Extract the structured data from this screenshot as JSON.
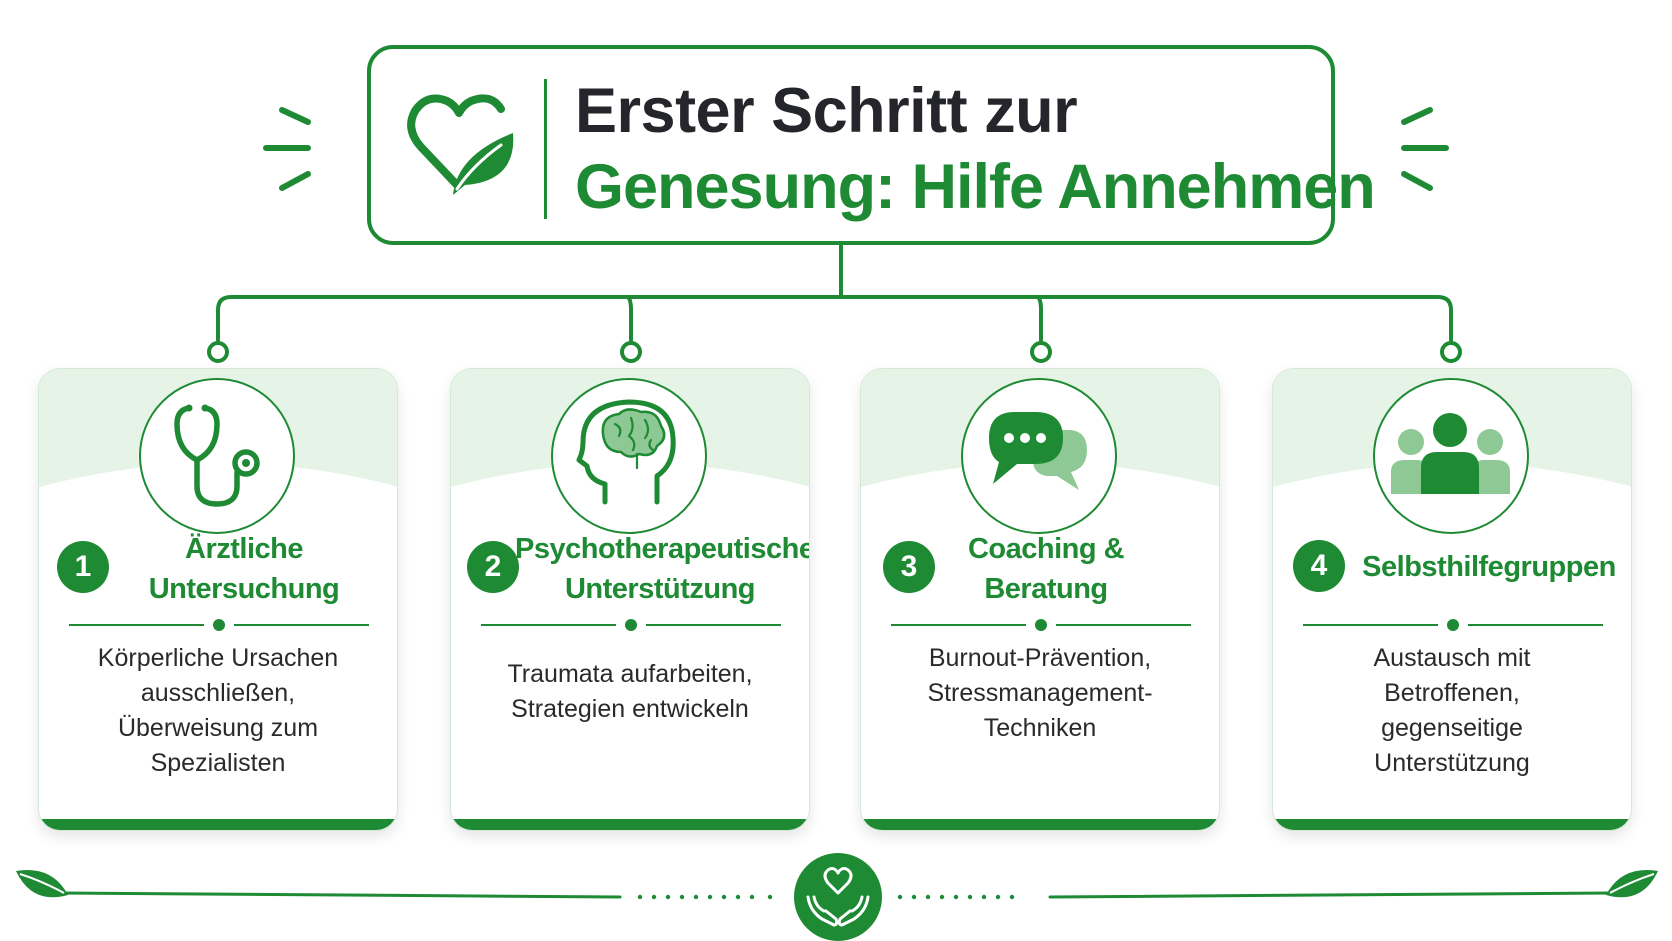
{
  "colors": {
    "accent": "#1e8a33",
    "light": "#e6f3e7",
    "text": "#24262b"
  },
  "title": {
    "line1": "Erster Schritt zur",
    "line2": "Genesung: Hilfe Annehmen",
    "icon": "heart-leaf-icon"
  },
  "cards": [
    {
      "number": "1",
      "title": [
        "Ärztliche",
        "Untersuchung"
      ],
      "text": [
        "Körperliche Ursachen",
        "ausschließen,",
        "Überweisung zum",
        "Spezialisten"
      ],
      "icon": "stethoscope-icon"
    },
    {
      "number": "2",
      "title": [
        "Psychotherapeutische",
        "Unterstützung"
      ],
      "text": [
        "Traumata aufarbeiten,",
        "Strategien entwickeln"
      ],
      "icon": "brain-head-icon"
    },
    {
      "number": "3",
      "title": [
        "Coaching &",
        "Beratung"
      ],
      "text": [
        "Burnout-Prävention,",
        "Stressmanagement-",
        "Techniken"
      ],
      "icon": "chat-bubbles-icon"
    },
    {
      "number": "4",
      "title": [
        "Selbsthilfegruppen"
      ],
      "text": [
        "Austausch mit",
        "Betroffenen,",
        "gegenseitige",
        "Unterstützung"
      ],
      "icon": "group-people-icon"
    }
  ],
  "footer": {
    "icon": "hands-heart-icon"
  }
}
